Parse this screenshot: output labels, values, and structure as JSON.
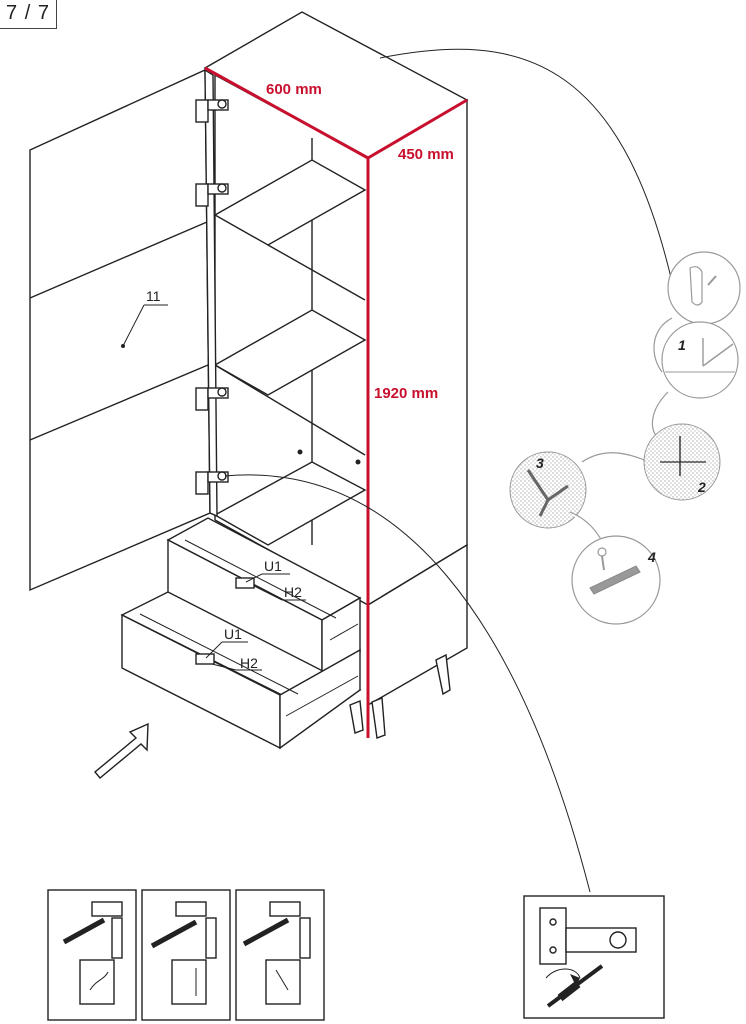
{
  "page": {
    "indicator": "7 / 7"
  },
  "dimensions": {
    "width": "600 mm",
    "depth": "450 mm",
    "height": "1920 mm"
  },
  "callouts": {
    "door_part": "11",
    "upper_drawer": [
      "U1",
      "H2"
    ],
    "lower_drawer": [
      "U1",
      "H2"
    ]
  },
  "detail_steps": [
    "1",
    "2",
    "3",
    "4"
  ],
  "colors": {
    "dimension": "#c8102e",
    "linework": "#222222",
    "detail": "#999999"
  },
  "icons": [
    "insert-arrow-icon",
    "hinge-detail-icon",
    "screwdriver-icon"
  ]
}
